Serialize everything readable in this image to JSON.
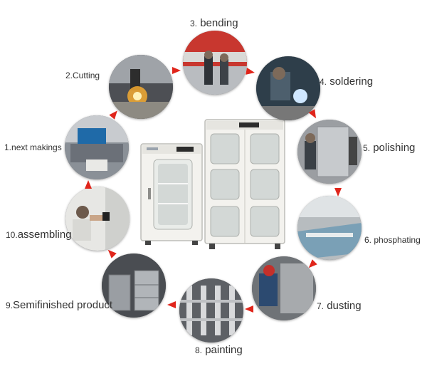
{
  "steps": [
    {
      "num": "1.",
      "label": "next makings"
    },
    {
      "num": "2.",
      "label": "Cutting"
    },
    {
      "num": "3.",
      "label": "bending"
    },
    {
      "num": "4.",
      "label": "soldering"
    },
    {
      "num": "5.",
      "label": "polishing"
    },
    {
      "num": "6.",
      "label": "phosphating"
    },
    {
      "num": "7.",
      "label": "dusting"
    },
    {
      "num": "8.",
      "label": "painting"
    },
    {
      "num": "9.",
      "label": "Semifinished product"
    },
    {
      "num": "10.",
      "label": "assembling"
    }
  ],
  "colors": {
    "arrow": "#e0251b",
    "cabinet": "#f2f1ec",
    "text": "#333333"
  }
}
